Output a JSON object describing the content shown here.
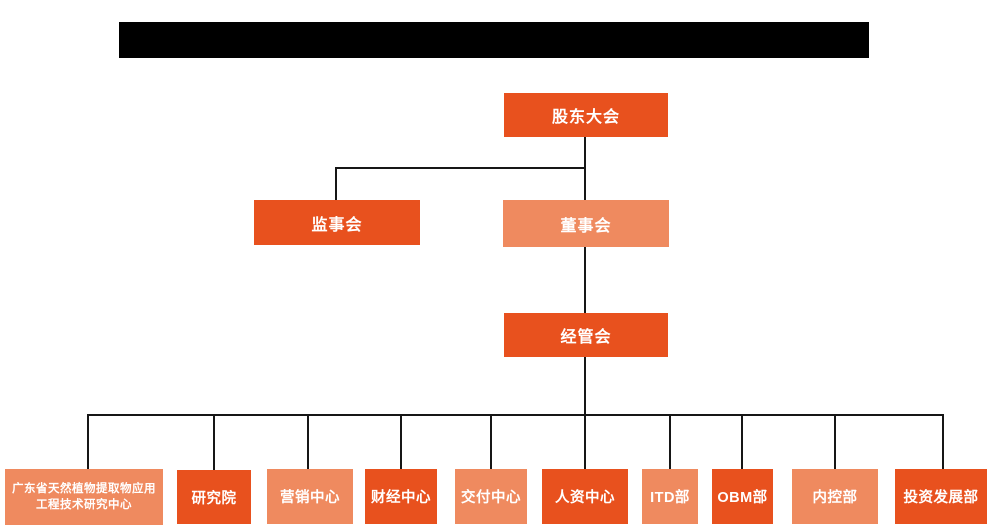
{
  "page": {
    "background_color": "#ffffff",
    "line_color": "#161616",
    "redacted_title_bar": {
      "color": "#000000",
      "note_no_visible_text": ""
    }
  },
  "colors": {
    "primary_orange": "#E8511E",
    "secondary_salmon": "#EF8A5F",
    "text": "#ffffff"
  },
  "org_chart": {
    "level1": {
      "label": "股东大会"
    },
    "level2": [
      {
        "label": "监事会",
        "variant": "primary"
      },
      {
        "label": "董事会",
        "variant": "secondary"
      }
    ],
    "level3": {
      "label": "经管会"
    },
    "departments": [
      {
        "label": "广东省天然植物提取物应用工程技术研究中心",
        "variant": "secondary"
      },
      {
        "label": "研究院",
        "variant": "primary"
      },
      {
        "label": "营销中心",
        "variant": "secondary"
      },
      {
        "label": "财经中心",
        "variant": "primary"
      },
      {
        "label": "交付中心",
        "variant": "secondary"
      },
      {
        "label": "人资中心",
        "variant": "primary"
      },
      {
        "label": "ITD部",
        "variant": "secondary"
      },
      {
        "label": "OBM部",
        "variant": "primary"
      },
      {
        "label": "内控部",
        "variant": "secondary"
      },
      {
        "label": "投资发展部",
        "variant": "primary"
      }
    ]
  }
}
